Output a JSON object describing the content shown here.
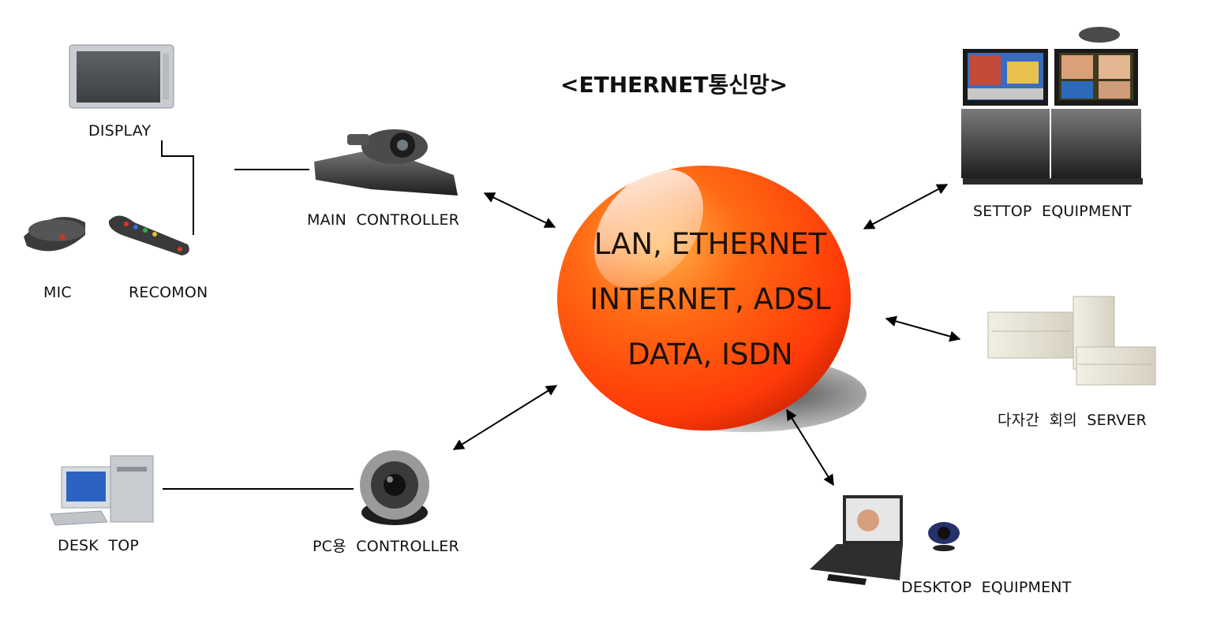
{
  "title": "<ETHERNET통신망>",
  "hub": {
    "lines": [
      "LAN, ETHERNET",
      "INTERNET, ADSL",
      "DATA, ISDN"
    ]
  },
  "labels": {
    "display": "DISPLAY",
    "mic": "MIC",
    "recomon": "RECOMON",
    "main_controller": "MAIN  CONTROLLER",
    "settop": "SETTOP  EQUIPMENT",
    "server": "다자간  회의  SERVER",
    "desk_top": "DESK  TOP",
    "pc_controller": "PC용  CONTROLLER",
    "desktop_equipment": "DESKTOP  EQUIPMENT"
  },
  "colors": {
    "hub_light": "#ff8a2a",
    "hub_mid": "#ff4a12",
    "hub_dark": "#c92400",
    "shadow": "#8a8a8a",
    "line": "#000000"
  }
}
